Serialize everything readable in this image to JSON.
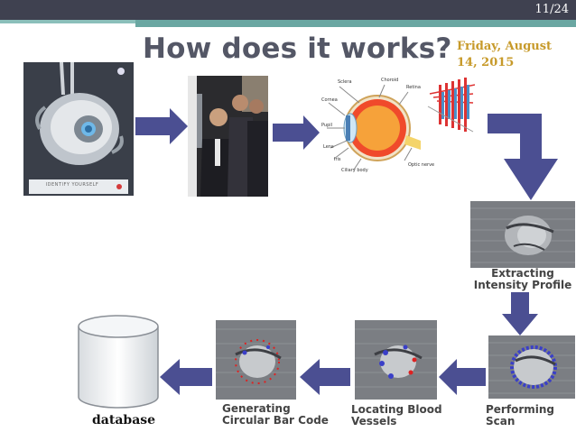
{
  "slide": {
    "number": "11/24",
    "title": "How does it works?",
    "date": "Friday, August 14, 2015"
  },
  "images": {
    "device": {
      "label": "IDENTIFY YOURSELF"
    }
  },
  "captions": {
    "extract": [
      "Extracting",
      "Intensity Profile"
    ],
    "scan": [
      "Performing",
      "Scan"
    ],
    "vessels": [
      "Locating Blood",
      "Vessels"
    ],
    "barcode": [
      "Generating",
      "Circular Bar Code"
    ],
    "database": "database"
  },
  "eye_labels": [
    "Sclera",
    "Choroid",
    "Retina",
    "Cornea",
    "Pupil",
    "Lens",
    "Iris",
    "Ciliary body",
    "Optic nerve"
  ],
  "colors": {
    "arrow": "#4b4f92",
    "header": "#3f4150",
    "accent": "#6aa7a2",
    "date": "#c79a2a"
  }
}
